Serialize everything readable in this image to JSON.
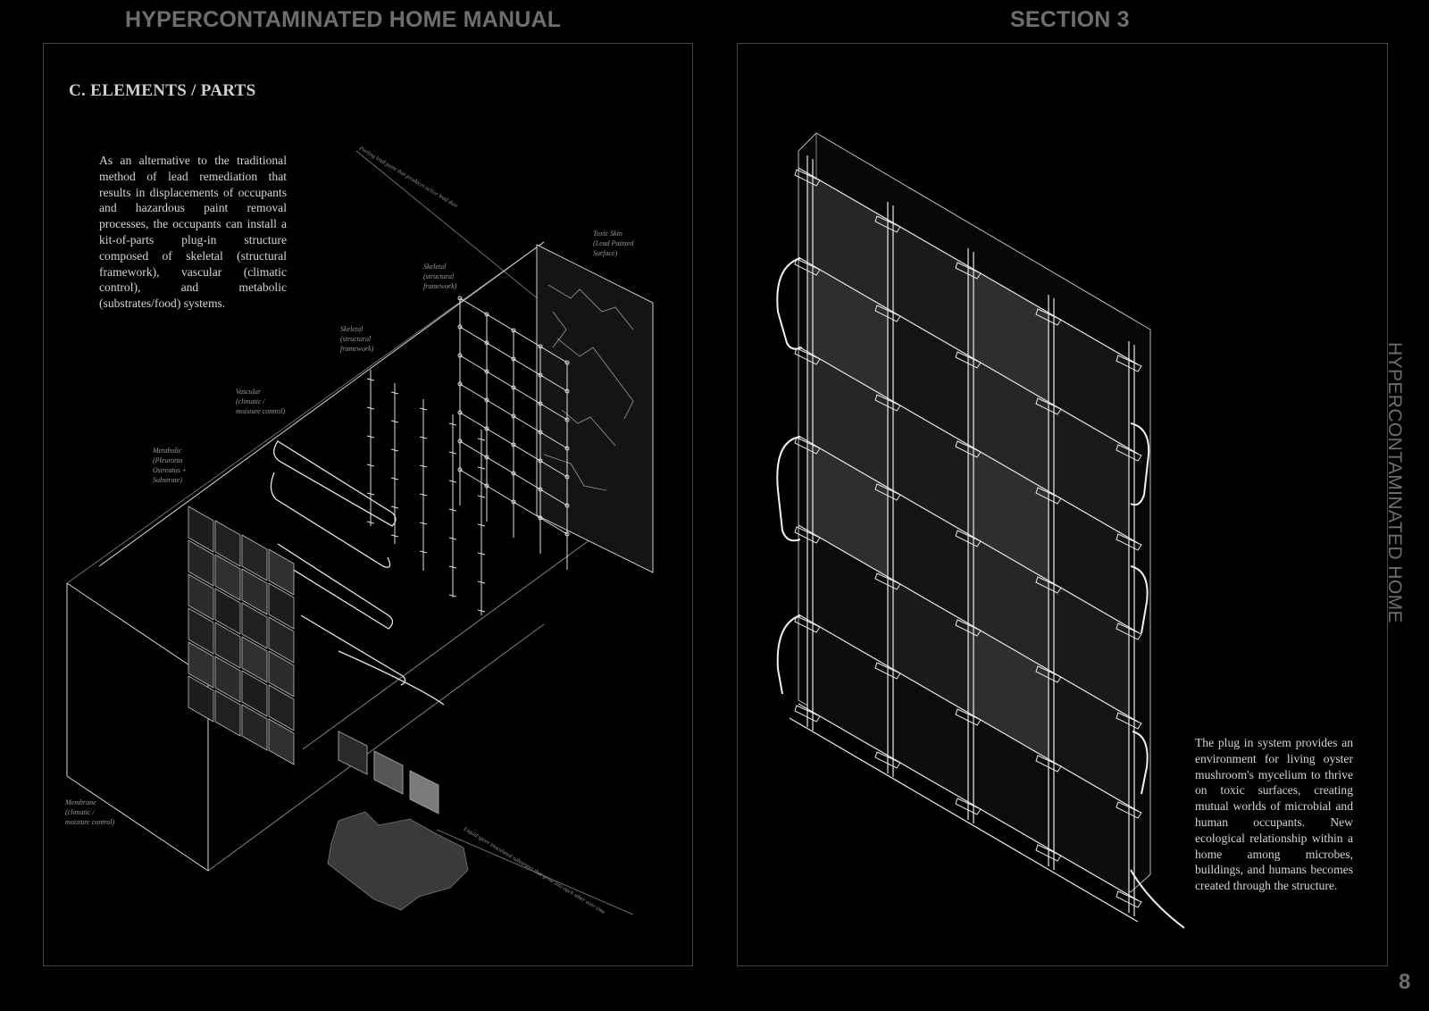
{
  "header": {
    "manual_title": "HYPERCONTAMINATED HOME MANUAL",
    "section_title": "SECTION 3"
  },
  "left_page": {
    "section_heading": "C.  ELEMENTS / PARTS",
    "intro_text": "As an alternative to the traditional method of lead remediation that results in displacements of occupants and hazardous paint removal processes, the occupants can install a kit-of-parts plug-in structure composed of skeletal (structural framework), vascular (climatic control), and metabolic (substrates/food) systems.",
    "labels": {
      "toxic_skin": [
        "Toxic Skin",
        "(Lead Painted",
        "Surface)"
      ],
      "skeletal_a": [
        "Skeletal",
        "(structural",
        "framework)"
      ],
      "skeletal_b": [
        "Skeletal",
        "(structural",
        "framework)"
      ],
      "vascular": [
        "Vascular",
        "(climatic /",
        "moisture control)"
      ],
      "metabolic": [
        "Metabolic",
        "(Pleurotus",
        "Ostreatus +",
        "Substrate)"
      ],
      "membrane": [
        "Membrane",
        "(climatic /",
        "moisture control)"
      ],
      "annotation_top": "Peeling lead paint that produces active lead dust",
      "annotation_bottom": "Liquid spore inoculated substrates that grow into each other over time"
    }
  },
  "right_page": {
    "plug_text": "The plug in system provides an environment for living oyster mushroom's mycelium to thrive on toxic surfaces, creating mutual worlds of microbial and human occupants. New ecological relationship within a home among microbes, buildings, and humans becomes created through the structure."
  },
  "side_title": "HYPERCONTAMINATED HOME",
  "page_number": "8",
  "colors": {
    "background": "#000000",
    "header_gray": "#6e6e6e",
    "line_white": "#e6e6e6",
    "panel_border": "#444444"
  }
}
